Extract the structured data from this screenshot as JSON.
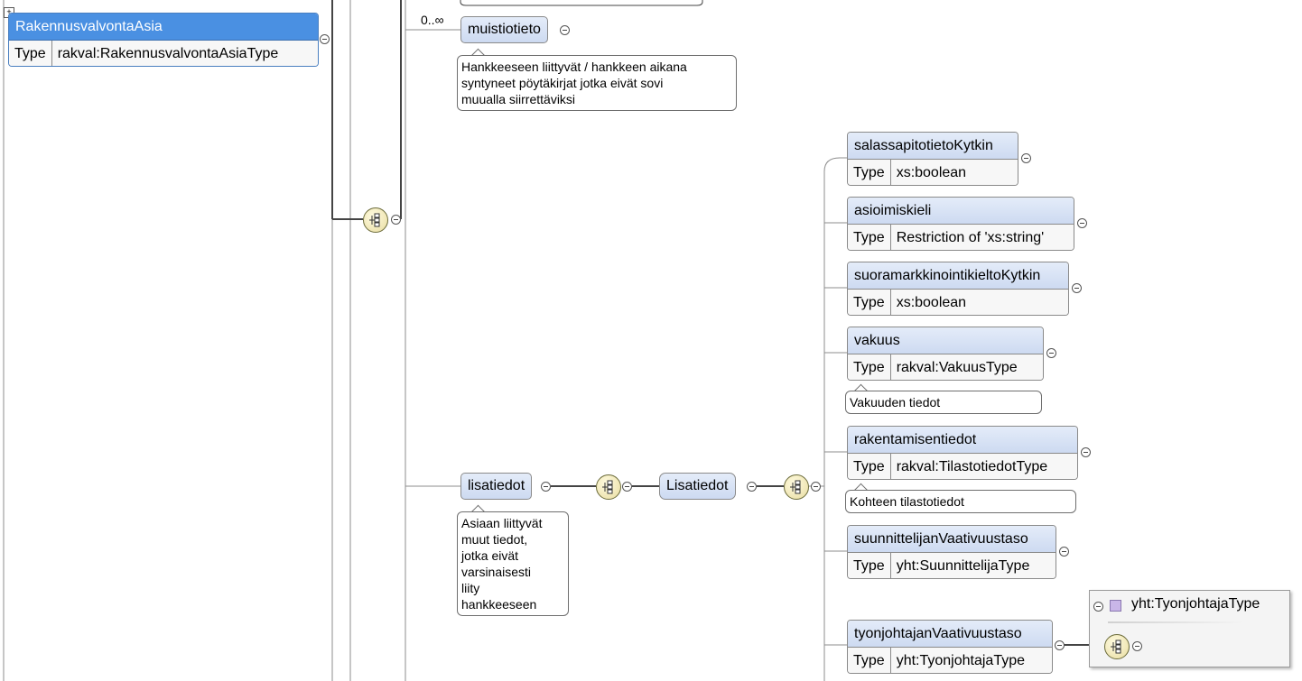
{
  "root": {
    "name": "RakennusvalvontaAsia",
    "type_key": "Type",
    "type_value": "rakval:RakennusvalvontaAsiaType"
  },
  "muistiotieto": {
    "multiplicity": "0..∞",
    "name": "muistiotieto",
    "doc": [
      "Hankkeeseen liittyvät / hankkeen aikana",
      "syntyneet pöytäkirjat jotka eivät sovi",
      "muualla siirrettäviksi"
    ]
  },
  "lisatiedot": {
    "name": "lisatiedot",
    "doc": [
      "Asiaan liittyvät",
      "muut tiedot,",
      "jotka eivät",
      "varsinaisesti",
      "liity",
      "hankkeeseen"
    ]
  },
  "lisatiedot_type": {
    "name": "Lisatiedot"
  },
  "children": [
    {
      "name": "salassapitotietoKytkin",
      "type_key": "Type",
      "type_value": "xs:boolean"
    },
    {
      "name": "asioimiskieli",
      "type_key": "Type",
      "type_value": "Restriction of 'xs:string'"
    },
    {
      "name": "suoramarkkinointikieltoKytkin",
      "type_key": "Type",
      "type_value": "xs:boolean"
    },
    {
      "name": "vakuus",
      "type_key": "Type",
      "type_value": "rakval:VakuusType",
      "doc": "Vakuuden tiedot"
    },
    {
      "name": "rakentamisentiedot",
      "type_key": "Type",
      "type_value": "rakval:TilastotiedotType",
      "doc": "Kohteen tilastotiedot"
    },
    {
      "name": "suunnittelijanVaativuustaso",
      "type_key": "Type",
      "type_value": "yht:SuunnittelijaType"
    },
    {
      "name": "tyonjohtajanVaativuustaso",
      "type_key": "Type",
      "type_value": "yht:TyonjohtajaType"
    }
  ],
  "tyonjohtaja_typebox": {
    "label": "yht:TyonjohtajaType"
  }
}
